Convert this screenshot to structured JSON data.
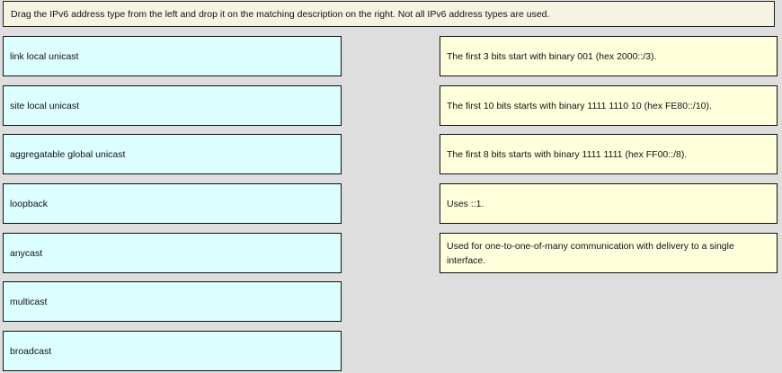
{
  "instructions": "Drag the IPv6 address type from the left and drop it on the matching description on the right. Not all IPv6 address types are used.",
  "address_types": [
    "link local unicast",
    "site local unicast",
    "aggregatable global unicast",
    "loopback",
    "anycast",
    "multicast",
    "broadcast"
  ],
  "descriptions": [
    "The first 3 bits start with binary 001 (hex 2000::/3).",
    "The first 10 bits starts with binary 1111 1110 10 (hex FE80::/10).",
    "The first 8 bits starts with binary 1111 1111 (hex FF00::/8).",
    "Uses ::1.",
    "Used for one-to-one-of-many communication with delivery to a single interface."
  ]
}
